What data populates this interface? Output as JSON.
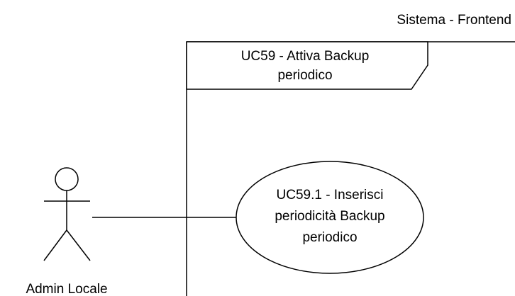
{
  "system": {
    "title": "Sistema - Frontend"
  },
  "frame": {
    "label_line1": "UC59 - Attiva Backup",
    "label_line2": "periodico"
  },
  "actor": {
    "name": "Admin Locale"
  },
  "use_case": {
    "line1": "UC59.1 - Inserisci",
    "line2": "periodicità Backup",
    "line3": "periodico"
  },
  "colors": {
    "stroke": "#000000",
    "fill": "#ffffff",
    "text": "#000000"
  }
}
